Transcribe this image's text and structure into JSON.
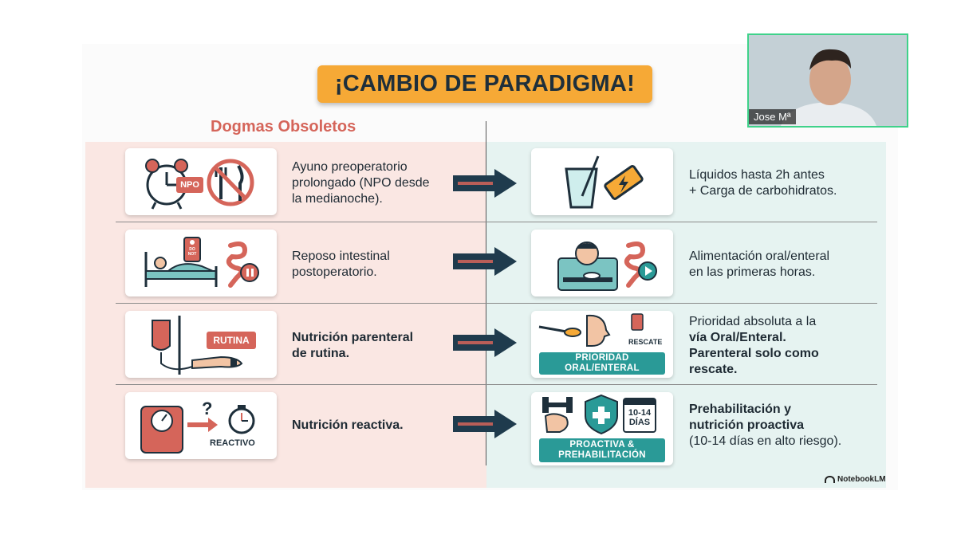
{
  "slide": {
    "title": "¡CAMBIO DE PARADIGMA!",
    "left_heading": "Dogmas Obsoletos",
    "rows": [
      {
        "left_lines": [
          "Ayuno preoperatorio",
          "prolongado (NPO desde",
          "la medianoche)."
        ],
        "left_badge": "NPO",
        "right_lines": [
          "Líquidos hasta 2h antes",
          "+ Carga de carbohidratos."
        ]
      },
      {
        "left_lines": [
          "Reposo intestinal",
          "postoperatorio."
        ],
        "left_badge": "DO NOT",
        "right_lines": [
          "Alimentación oral/enteral",
          "en las primeras horas."
        ]
      },
      {
        "left_lines": [
          "Nutrición parenteral",
          "de rutina."
        ],
        "left_badge": "RUTINA",
        "right_label_top": "RESCATE",
        "right_bar": [
          "PRIORIDAD",
          "ORAL/ENTERAL"
        ],
        "right_lines": [
          "Prioridad absoluta a la",
          "vía Oral/Enteral.",
          "Parenteral solo como",
          "rescate."
        ]
      },
      {
        "left_lines": [
          "Nutrición reactiva."
        ],
        "left_badge": "REACTIVO",
        "right_calendar": [
          "10-14",
          "DÍAS"
        ],
        "right_bar": [
          "PROACTIVA &",
          "PREHABILITACIÓN"
        ],
        "right_lines": [
          "Prehabilitación y",
          "nutrición proactiva",
          "(10-14 días en alto riesgo)."
        ]
      }
    ],
    "brand": "NotebookLM"
  },
  "webcam": {
    "name": "Jose Mª"
  },
  "colors": {
    "title_bg": "#f6a936",
    "left_pane": "#fae7e3",
    "right_pane": "#e6f3f1",
    "accent_red": "#d5655a",
    "teal": "#2a9a97",
    "arrow_dark": "#1f3b4d"
  }
}
